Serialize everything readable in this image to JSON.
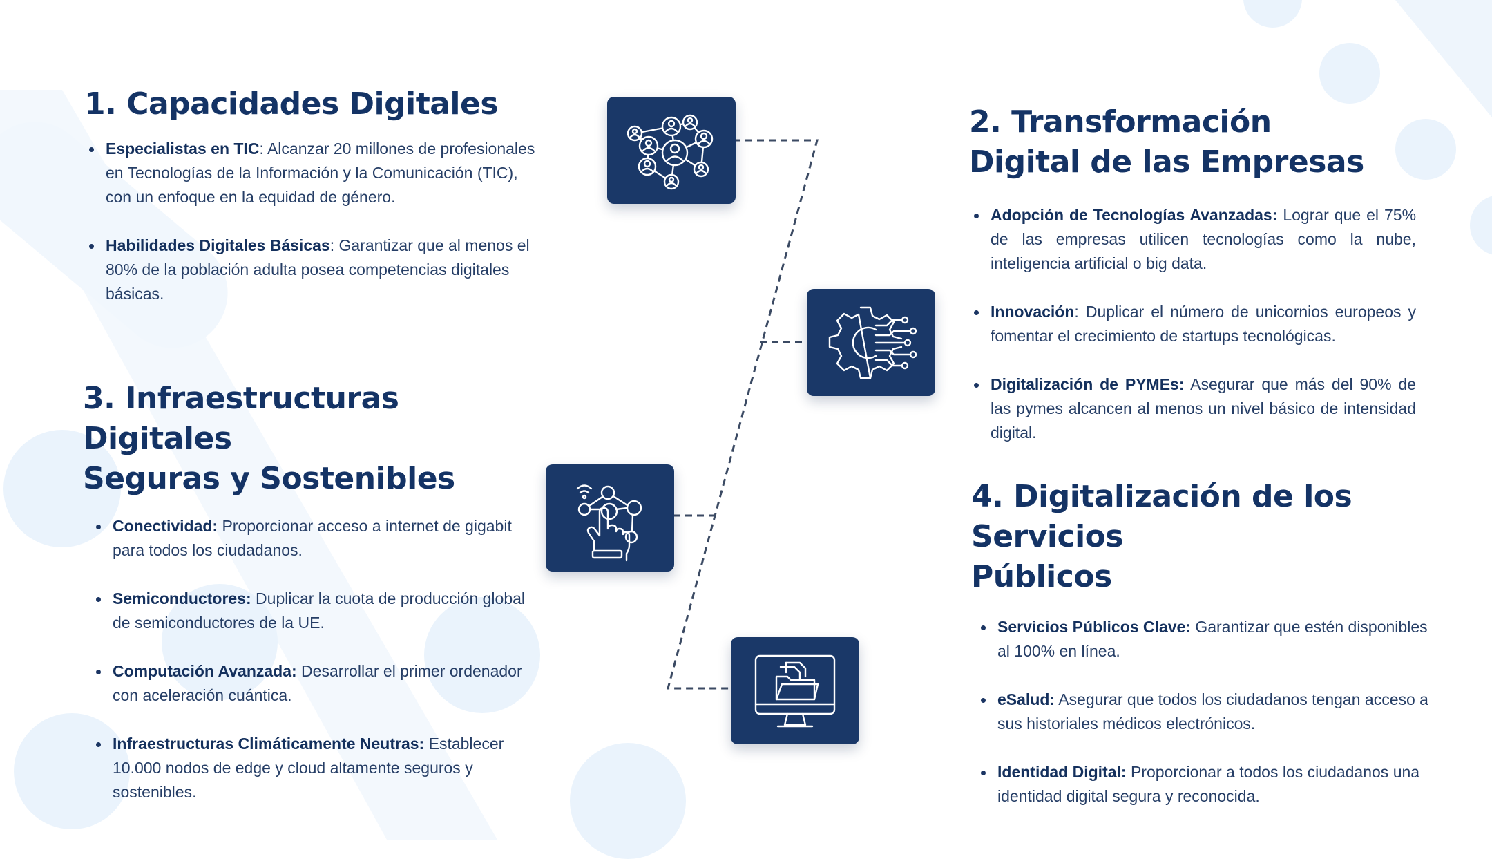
{
  "sections": [
    {
      "heading": [
        "1. Capacidades Digitales"
      ],
      "items": [
        {
          "title": "Especialistas en TIC",
          "sep": ": ",
          "text": "Alcanzar 20 millones de profesionales en Tecnologías de la Información y la Comunicación (TIC), con un enfoque en la equidad de género."
        },
        {
          "title": "Habilidades Digitales Básicas",
          "sep": ": ",
          "text": "Garantizar que al menos el 80% de la población adulta posea competencias digitales básicas."
        }
      ]
    },
    {
      "heading": [
        "2. Transformación",
        "Digital de las Empresas"
      ],
      "items": [
        {
          "title": "Adopción de Tecnologías Avanzadas:",
          "sep": " ",
          "text": "Lograr que el 75% de las empresas utilicen tecnologías como la nube, inteligencia artificial o big data."
        },
        {
          "title": "Innovación",
          "sep": ": ",
          "text": "Duplicar el número de unicornios europeos y fomentar el crecimiento de startups tecnológicas."
        },
        {
          "title": "Digitalización de PYMEs:",
          "sep": " ",
          "text": "Asegurar que más del 90% de las pymes alcancen al menos un nivel básico de intensidad digital."
        }
      ]
    },
    {
      "heading": [
        "3. Infraestructuras Digitales",
        "Seguras y Sostenibles"
      ],
      "items": [
        {
          "title": "Conectividad:",
          "sep": " ",
          "text": "Proporcionar acceso a internet de gigabit para todos los ciudadanos."
        },
        {
          "title": "Semiconductores:",
          "sep": " ",
          "text": "Duplicar la cuota de producción global de semiconductores de la UE."
        },
        {
          "title": "Computación Avanzada:",
          "sep": " ",
          "text": "Desarrollar el primer ordenador con aceleración cuántica."
        },
        {
          "title": "Infraestructuras Climáticamente Neutras:",
          "sep": " ",
          "text": "Establecer 10.000 nodos de edge y cloud altamente seguros y sostenibles."
        }
      ]
    },
    {
      "heading": [
        "4. Digitalización de los Servicios",
        "Públicos"
      ],
      "items": [
        {
          "title": "Servicios Públicos Clave:",
          "sep": " ",
          "text": "Garantizar que estén disponibles al 100% en línea."
        },
        {
          "title": "eSalud:",
          "sep": " ",
          "text": "Asegurar que todos los ciudadanos tengan acceso a sus historiales médicos electrónicos."
        },
        {
          "title": "Identidad Digital:",
          "sep": " ",
          "text": "Proporcionar a todos los ciudadanos una identidad digital segura y reconocida."
        }
      ]
    }
  ],
  "icons": [
    "people-network-icon",
    "gear-circuit-icon",
    "touch-network-icon",
    "computer-folder-icon"
  ],
  "colors": {
    "heading": "#143365",
    "text": "#263e66",
    "icon_box": "#1a3868",
    "connector": "#3b4a63",
    "background_shape": "#eaf3fc"
  }
}
